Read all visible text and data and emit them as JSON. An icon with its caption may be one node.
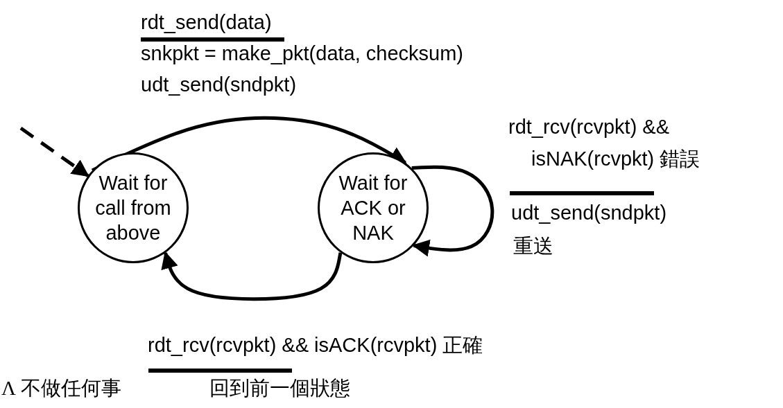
{
  "diagram": {
    "nodes": [
      {
        "text": [
          "Wait for call from above"
        ]
      },
      {
        "text": [
          "Wait for ACK or NAK"
        ]
      }
    ],
    "edges": [
      {
        "from": null,
        "to": 0,
        "arrow": "to",
        "style": "dashed"
      },
      {
        "from": 0,
        "to": 1,
        "arrow": "to",
        "label": "rdt_send(data)"
      },
      {
        "from": 1,
        "to": 1,
        "arrow": "to",
        "label": "rdt_rcv(rcvpkt) && isNAK(rcvpkt) 錯誤"
      },
      {
        "from": 1,
        "to": 0,
        "arrow": "to",
        "label": "rdt_rcv(rcvpkt) && isACK(rcvpkt) 正確"
      }
    ],
    "labels": [
      "snkpkt = make_pkt(data, checksum)",
      "udt_send(sndpkt)",
      "udt_send(sndpkt)",
      "重送",
      "Λ 不做任何事",
      "回到前一個狀態"
    ]
  }
}
